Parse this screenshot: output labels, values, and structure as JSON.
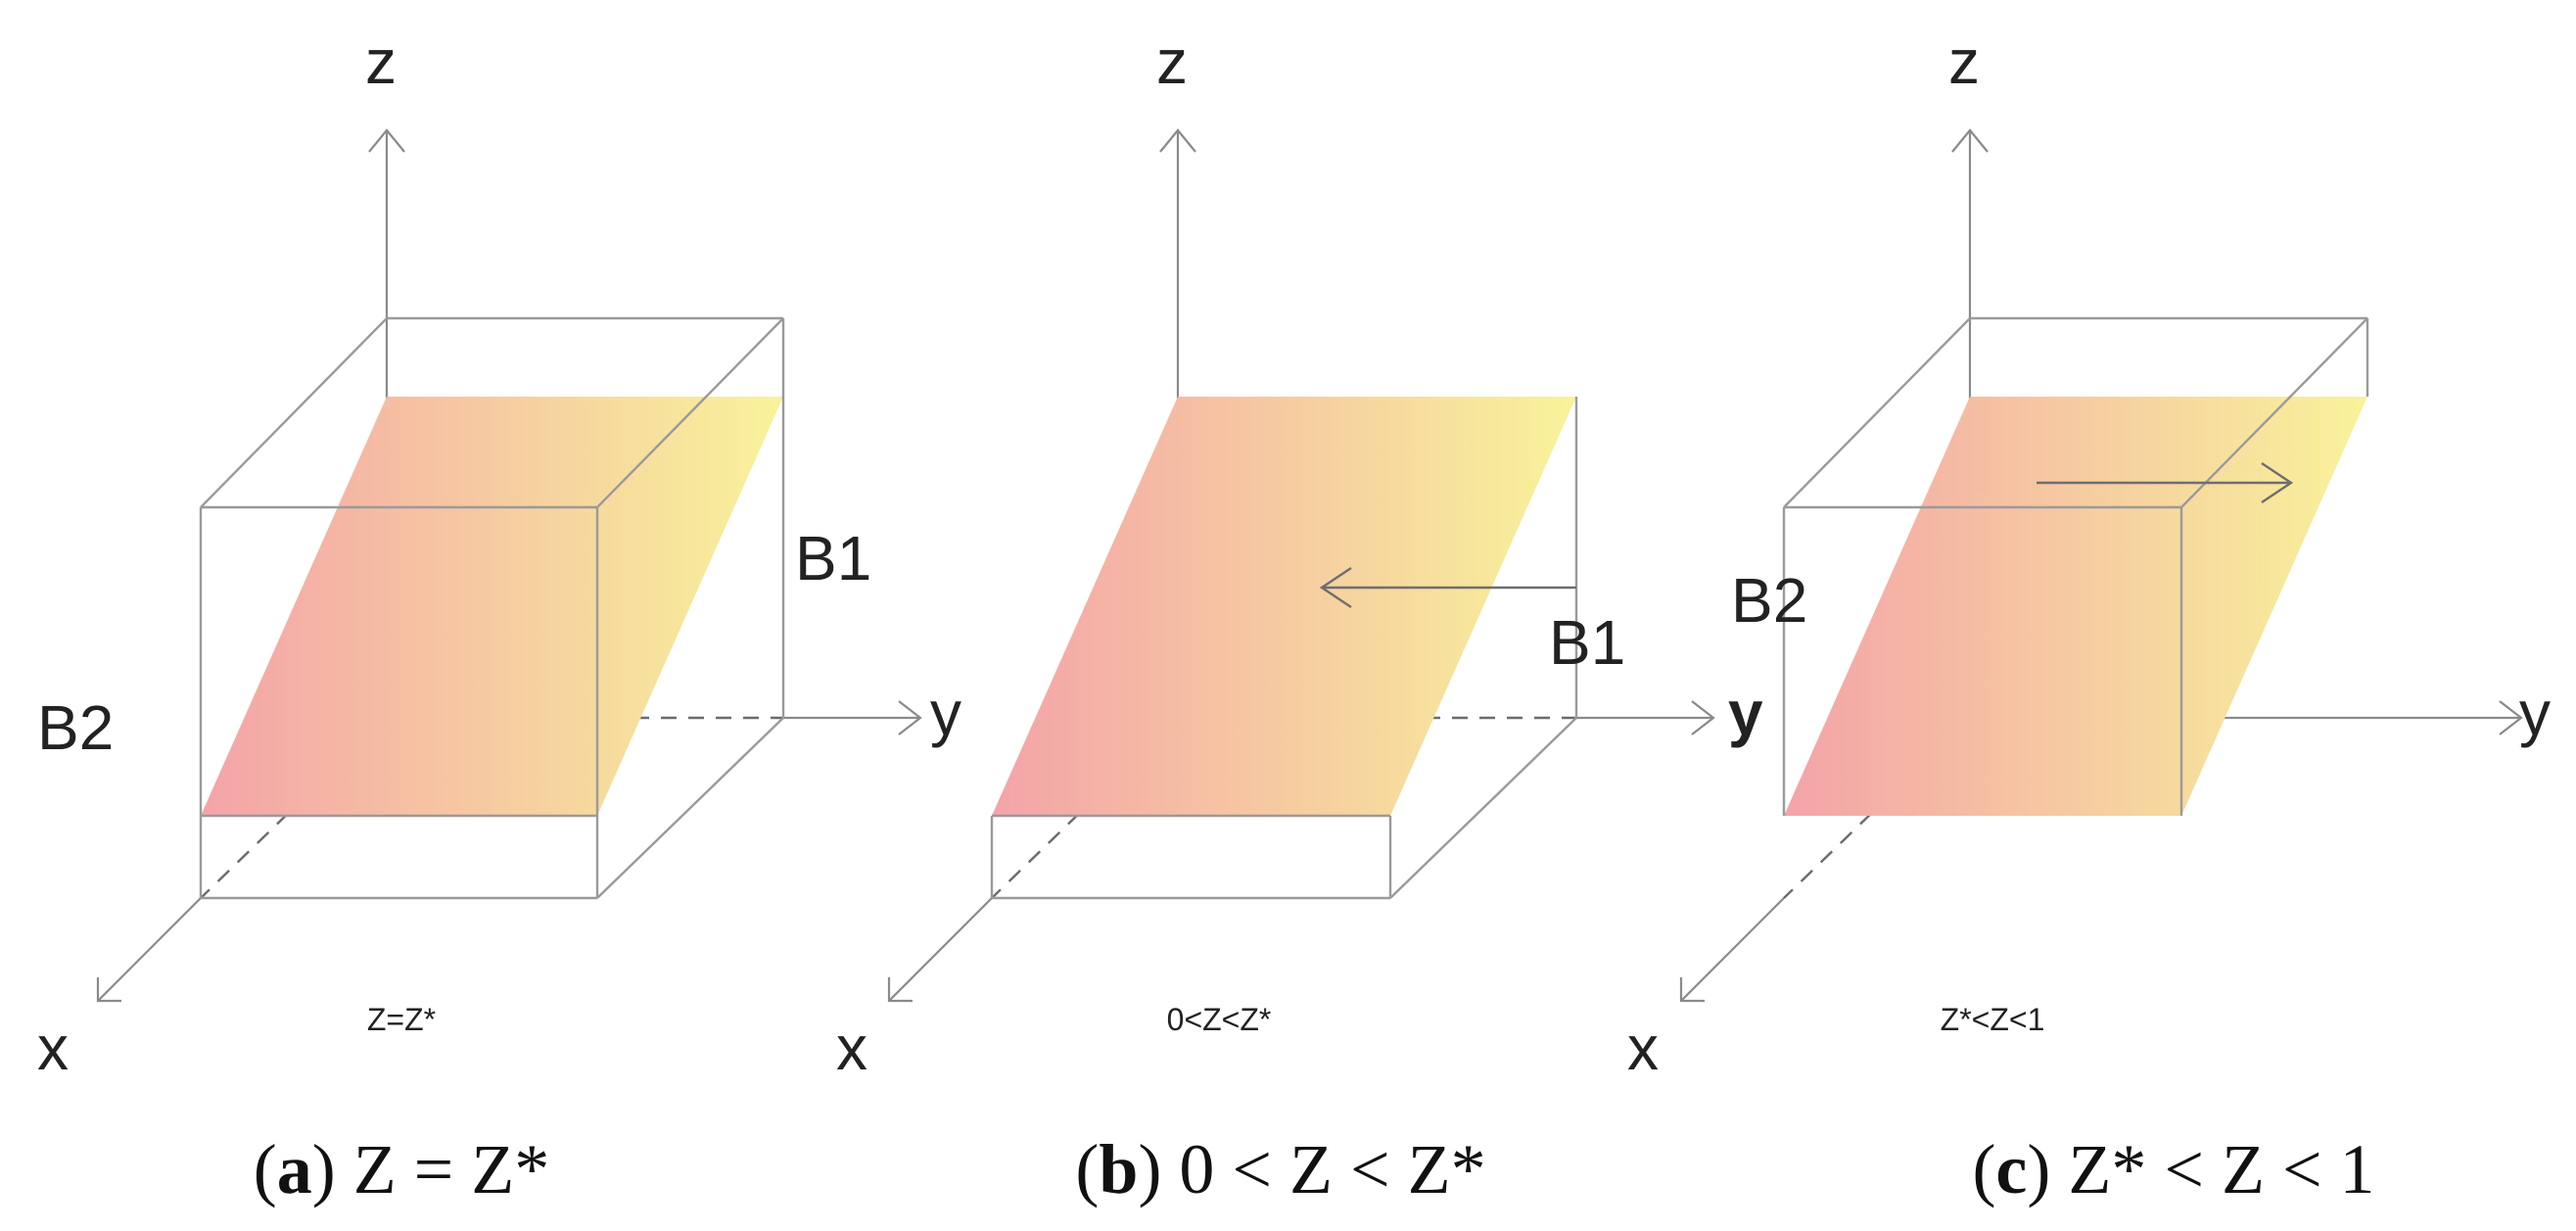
{
  "axis_labels": {
    "z": "z",
    "y": "y",
    "x": "x"
  },
  "colors": {
    "plane_left": "#f4a3a8",
    "plane_right": "#f8f39a",
    "edge": "#9a9a9a"
  },
  "panels": [
    {
      "id": "a",
      "block_labels": [
        "B1",
        "B2"
      ],
      "inner_caption": "Z=Z*",
      "caption_letter": "a",
      "caption_text": "Z = Z*"
    },
    {
      "id": "b",
      "block_labels": [
        "B1"
      ],
      "inner_caption": "0<Z<Z*",
      "caption_letter": "b",
      "caption_text": "0 < Z < Z*"
    },
    {
      "id": "c",
      "block_labels": [
        "B2"
      ],
      "inner_caption": "Z*<Z<1",
      "caption_letter": "c",
      "caption_text": "Z* < Z < 1"
    }
  ]
}
